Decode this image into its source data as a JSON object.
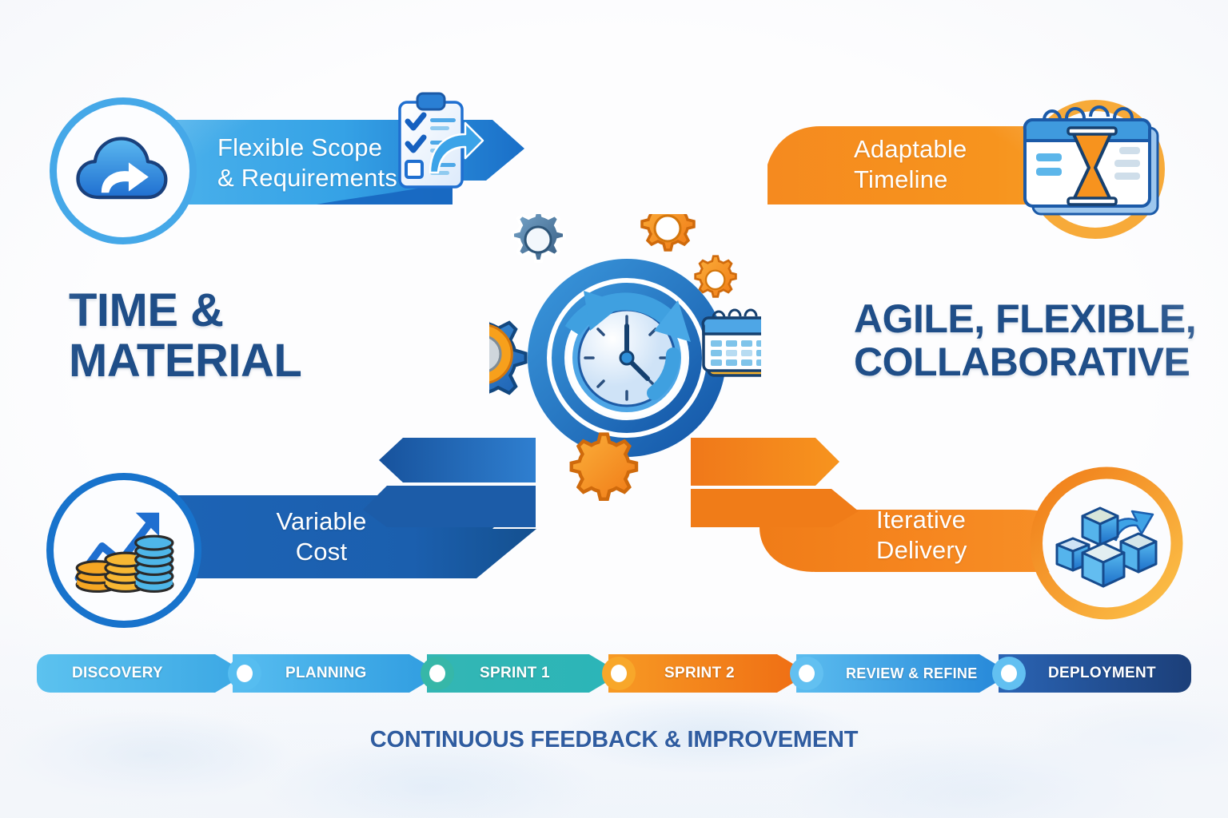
{
  "headings": {
    "left": "TIME &\nMATERIAL",
    "right": "AGILE, FLEXIBLE,\nCOLLABORATIVE"
  },
  "banners": [
    {
      "id": "flexible-scope",
      "label": "Flexible Scope\n& Requirements",
      "icon": "cloud-sync-icon",
      "accent_icon": "clipboard-checklist-icon",
      "color": "#39a8e8",
      "color_end": "#1f78d1",
      "ring_color": "#45a8e8",
      "position": "top-left"
    },
    {
      "id": "adaptable-timeline",
      "label": "Adaptable\nTimeline",
      "icon": "calendar-hourglass-icon",
      "accent_icon": "",
      "color": "#f7941e",
      "color_end": "#f58220",
      "ring_color": "#f7a030",
      "position": "top-right"
    },
    {
      "id": "variable-cost",
      "label": "Variable\nCost",
      "icon": "coins-growth-icon",
      "accent_icon": "",
      "color": "#1c64b8",
      "color_end": "#16529c",
      "ring_color": "#1873cc",
      "position": "bottom-left"
    },
    {
      "id": "iterative-delivery",
      "label": "Iterative\nDelivery",
      "icon": "boxes-cycle-icon",
      "accent_icon": "",
      "color": "#f6861f",
      "color_end": "#f07c18",
      "ring_color": "#f9a829",
      "position": "bottom-right"
    }
  ],
  "hub": {
    "icon": "clock-refresh-cycle-icon",
    "side_icons": [
      "gear-blue-icon",
      "gear-orange-icon",
      "calendar-icon",
      "gear-orange-small-icon"
    ],
    "ring_color": "#1f78c8",
    "clock_face_color": "#e8f2fc"
  },
  "timeline": {
    "steps": [
      {
        "label": "DISCOVERY",
        "color_start": "#5cc2ef",
        "color_end": "#3ba7e4",
        "node_color": ""
      },
      {
        "label": "PLANNING",
        "color_start": "#57bdf0",
        "color_end": "#2f9ce0",
        "node_color": "#56bdf0"
      },
      {
        "label": "SPRINT 1",
        "color_start": "#2fb8b0",
        "color_end": "#2bb5b8",
        "node_color": "#36b7a8"
      },
      {
        "label": "SPRINT 2",
        "color_start": "#f79a24",
        "color_end": "#ef6c13",
        "node_color": "#f8a72a"
      },
      {
        "label": "REVIEW & REFINE",
        "color_start": "#5bbcef",
        "color_end": "#2486d8",
        "node_color": "#62c0f1"
      },
      {
        "label": "DEPLOYMENT",
        "color_start": "#2a64b4",
        "color_end": "#1c3f79",
        "node_color": "#62c0f1"
      }
    ]
  },
  "caption": "CONTINUOUS FEEDBACK & IMPROVEMENT"
}
